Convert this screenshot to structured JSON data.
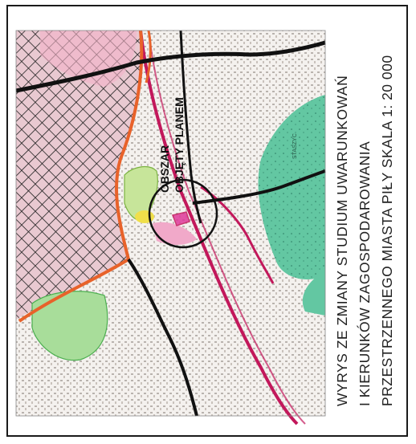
{
  "caption": {
    "line1": "WYRYS ZE ZMIANY STUDIUM UWARUNKOWAŃ",
    "line2": "I KIERUNKÓW ZAGOSPODAROWANIA",
    "line3": "PRZESTRZENNEGO MIASTA PIŁY  SKALA 1: 20 000"
  },
  "map_labels": {
    "area_line1": "OBSZAR",
    "area_line2": "OBJĘTY PLANEM",
    "forest_name": "STASZYC"
  },
  "colors": {
    "frame": "#1a1a1a",
    "city_boundary": "#e8622a",
    "railway_magenta": "#c2185b",
    "forest_green": "#5fc8a0",
    "park_green": "#8fd58a",
    "road_black": "#111111",
    "plan_area_pink": "#e0399a",
    "residential_pink": "#f3b3c8"
  },
  "icons": {
    "study_circle": "circle-outline-icon"
  }
}
